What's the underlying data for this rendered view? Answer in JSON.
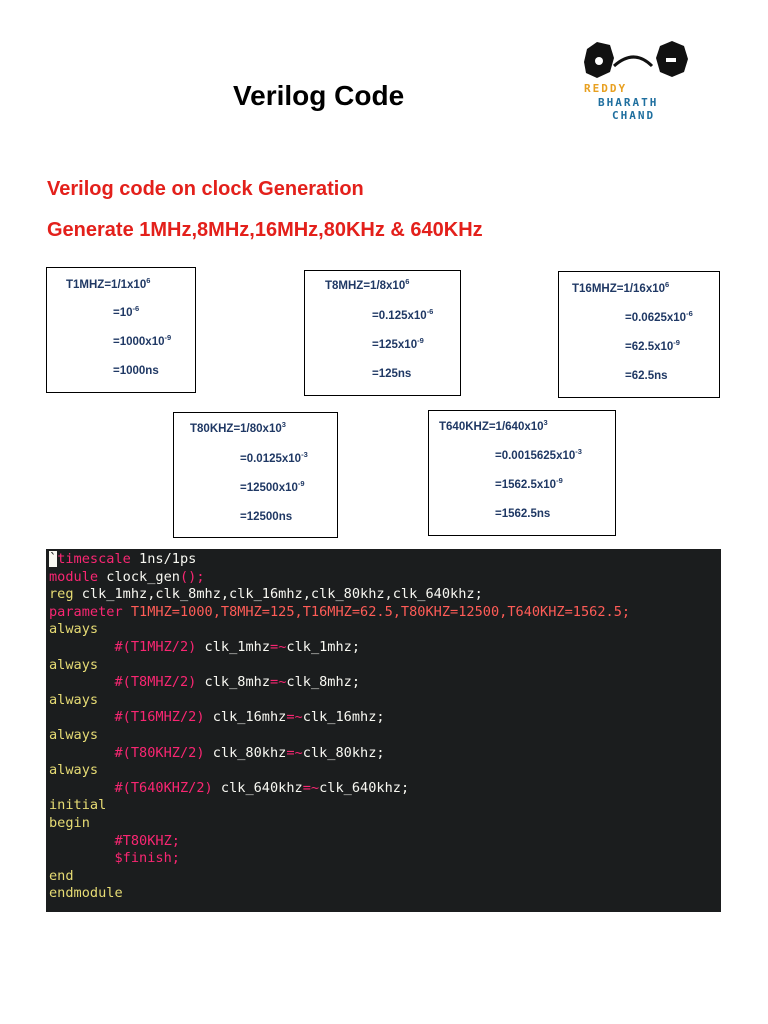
{
  "page": {
    "title": "Verilog Code",
    "subheading_1": "Verilog code on clock Generation",
    "subheading_2": "Generate 1MHz,8MHz,16MHz,80KHz & 640KHz"
  },
  "logo": {
    "line1": "REDDY",
    "line2": "BHARATH",
    "line3": "CHAND",
    "colors": {
      "orange": "#e8a020",
      "blue": "#1f6f9f",
      "black": "#111111"
    }
  },
  "calc_boxes": [
    {
      "id": "t1mhz",
      "lines": [
        {
          "base": "T1MHZ=1/1x10",
          "exp": "6"
        },
        {
          "base": "=10",
          "exp": "-6"
        },
        {
          "base": "=1000x10",
          "exp": "-9"
        },
        {
          "base": "=1000ns",
          "exp": ""
        }
      ]
    },
    {
      "id": "t8mhz",
      "lines": [
        {
          "base": "T8MHZ=1/8x10",
          "exp": "6"
        },
        {
          "base": "=0.125x10",
          "exp": "-6"
        },
        {
          "base": "=125x10",
          "exp": "-9"
        },
        {
          "base": "=125ns",
          "exp": ""
        }
      ]
    },
    {
      "id": "t16mhz",
      "lines": [
        {
          "base": "T16MHZ=1/16x10",
          "exp": "6"
        },
        {
          "base": "=0.0625x10",
          "exp": "-6"
        },
        {
          "base": "=62.5x10",
          "exp": "-9"
        },
        {
          "base": "=62.5ns",
          "exp": ""
        }
      ]
    },
    {
      "id": "t80khz",
      "lines": [
        {
          "base": "T80KHZ=1/80x10",
          "exp": "3"
        },
        {
          "base": "=0.0125x10",
          "exp": "-3"
        },
        {
          "base": "=12500x10",
          "exp": "-9"
        },
        {
          "base": "=12500ns",
          "exp": ""
        }
      ]
    },
    {
      "id": "t640khz",
      "lines": [
        {
          "base": "T640KHZ=1/640x10",
          "exp": "3"
        },
        {
          "base": "=0.0015625x10",
          "exp": "-3"
        },
        {
          "base": "=1562.5x10",
          "exp": "-9"
        },
        {
          "base": "=1562.5ns",
          "exp": ""
        }
      ]
    }
  ],
  "code": {
    "colors": {
      "background": "#1b1d1e",
      "keyword": "#e6db74",
      "operator": "#f92672",
      "text": "#f8f8f2"
    },
    "lines": [
      [
        {
          "t": "`",
          "c": "cursor"
        },
        {
          "t": "timescale",
          "c": "p"
        },
        {
          "t": " 1ns/1ps",
          "c": "w"
        }
      ],
      [
        {
          "t": "module",
          "c": "p"
        },
        {
          "t": " clock_gen",
          "c": "w"
        },
        {
          "t": "();",
          "c": "p"
        }
      ],
      [
        {
          "t": "reg",
          "c": "k"
        },
        {
          "t": " clk_1mhz,clk_8mhz,clk_16mhz,clk_80khz,clk_640khz;",
          "c": "w"
        }
      ],
      [
        {
          "t": "parameter",
          "c": "p"
        },
        {
          "t": " T1MHZ=1000,T8MHZ=125,T16MHZ=62.5,T80KHZ=12500,T640KHZ=1562.5;",
          "c": "r"
        }
      ],
      [
        {
          "t": "always",
          "c": "k"
        }
      ],
      [
        {
          "t": "        #",
          "c": "p"
        },
        {
          "t": "(T1MHZ/2)",
          "c": "p"
        },
        {
          "t": " clk_1mhz",
          "c": "w"
        },
        {
          "t": "=~",
          "c": "p"
        },
        {
          "t": "clk_1mhz;",
          "c": "w"
        }
      ],
      [
        {
          "t": "always",
          "c": "k"
        }
      ],
      [
        {
          "t": "        #",
          "c": "p"
        },
        {
          "t": "(T8MHZ/2)",
          "c": "p"
        },
        {
          "t": " clk_8mhz",
          "c": "w"
        },
        {
          "t": "=~",
          "c": "p"
        },
        {
          "t": "clk_8mhz;",
          "c": "w"
        }
      ],
      [
        {
          "t": "always",
          "c": "k"
        }
      ],
      [
        {
          "t": "        #",
          "c": "p"
        },
        {
          "t": "(T16MHZ/2)",
          "c": "p"
        },
        {
          "t": " clk_16mhz",
          "c": "w"
        },
        {
          "t": "=~",
          "c": "p"
        },
        {
          "t": "clk_16mhz;",
          "c": "w"
        }
      ],
      [
        {
          "t": "always",
          "c": "k"
        }
      ],
      [
        {
          "t": "        #",
          "c": "p"
        },
        {
          "t": "(T80KHZ/2)",
          "c": "p"
        },
        {
          "t": " clk_80khz",
          "c": "w"
        },
        {
          "t": "=~",
          "c": "p"
        },
        {
          "t": "clk_80khz;",
          "c": "w"
        }
      ],
      [
        {
          "t": "always",
          "c": "k"
        }
      ],
      [
        {
          "t": "        #",
          "c": "p"
        },
        {
          "t": "(T640KHZ/2)",
          "c": "p"
        },
        {
          "t": " clk_640khz",
          "c": "w"
        },
        {
          "t": "=~",
          "c": "p"
        },
        {
          "t": "clk_640khz;",
          "c": "w"
        }
      ],
      [
        {
          "t": "initial",
          "c": "k"
        }
      ],
      [
        {
          "t": "begin",
          "c": "k"
        }
      ],
      [
        {
          "t": "        #T80KHZ;",
          "c": "p"
        }
      ],
      [
        {
          "t": "        $finish;",
          "c": "p"
        }
      ],
      [
        {
          "t": "end",
          "c": "k"
        }
      ],
      [
        {
          "t": "endmodule",
          "c": "k"
        }
      ]
    ]
  }
}
